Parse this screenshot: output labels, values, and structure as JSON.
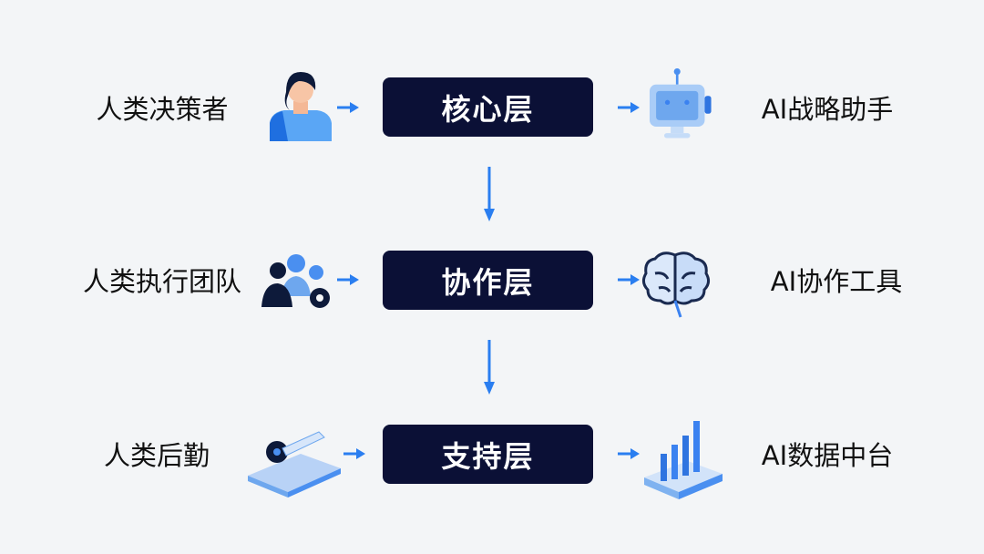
{
  "rows": [
    {
      "human": "人类决策者",
      "layer": "核心层",
      "ai": "AI战略助手",
      "human_icon": "person-icon",
      "ai_icon": "robot-icon"
    },
    {
      "human": "人类执行团队",
      "layer": "协作层",
      "ai": "AI协作工具",
      "human_icon": "team-gear-icon",
      "ai_icon": "brain-icon"
    },
    {
      "human": "人类后勤",
      "layer": "支持层",
      "ai": "AI数据中台",
      "human_icon": "wrench-gear-icon",
      "ai_icon": "bar-chart-icon"
    }
  ],
  "colors": {
    "box": "#0b1036",
    "accent": "#2a7ef0",
    "background": "#f3f5f7"
  }
}
